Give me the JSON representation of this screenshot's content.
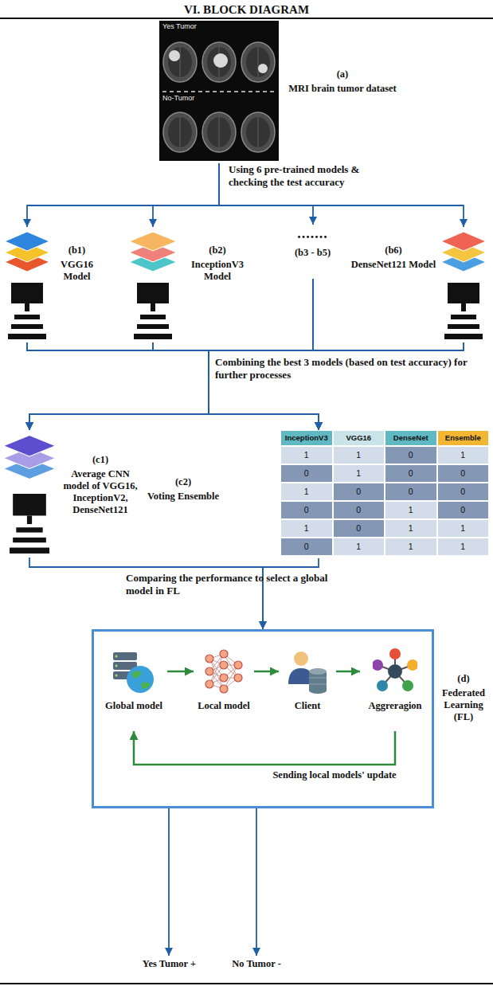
{
  "diagram": {
    "title": "VI. BLOCK DIAGRAM",
    "nodes": [
      {
        "text": [
          "(a)",
          "MRI brain tumor dataset"
        ]
      },
      {
        "text": [
          "(b1)",
          "VGG16 Model"
        ]
      },
      {
        "text": [
          "(b2)",
          "InceptionV3 Model"
        ]
      },
      {
        "text": [
          ".......",
          "(b3 - b5)"
        ]
      },
      {
        "text": [
          "(b6)",
          "DenseNet121 Model"
        ]
      },
      {
        "text": [
          "(c1)",
          "Average CNN model of VGG16, InceptionV2, DenseNet121"
        ]
      },
      {
        "text": [
          "(c2)",
          "Voting Ensemble"
        ]
      },
      {
        "text": [
          "(d)",
          "Federated Learning (FL)"
        ]
      },
      {
        "text": [
          "Global model"
        ],
        "in": 7
      },
      {
        "text": [
          "Local model"
        ],
        "in": 7
      },
      {
        "text": [
          "Client"
        ],
        "in": 7
      },
      {
        "text": [
          "Aggreragion"
        ],
        "in": 7
      },
      {
        "text": [
          "Yes Tumor +"
        ]
      },
      {
        "text": [
          "No Tumor -"
        ]
      }
    ],
    "edges": [
      {
        "from": 0,
        "to": 1,
        "arrow": "to"
      },
      {
        "from": 0,
        "to": 2,
        "arrow": "to"
      },
      {
        "from": 0,
        "to": 3,
        "arrow": "to"
      },
      {
        "from": 0,
        "to": 4,
        "arrow": "to"
      },
      {
        "from": 1,
        "to": 5,
        "arrow": "to"
      },
      {
        "from": 1,
        "to": 6,
        "arrow": "to"
      },
      {
        "from": 2,
        "to": 5,
        "arrow": "to"
      },
      {
        "from": 2,
        "to": 6,
        "arrow": "to"
      },
      {
        "from": 3,
        "to": 5,
        "arrow": "to"
      },
      {
        "from": 3,
        "to": 6,
        "arrow": "to"
      },
      {
        "from": 4,
        "to": 5,
        "arrow": "to"
      },
      {
        "from": 4,
        "to": 6,
        "arrow": "to"
      },
      {
        "from": 5,
        "to": 7,
        "arrow": "to"
      },
      {
        "from": 6,
        "to": 7,
        "arrow": "to"
      },
      {
        "from": 8,
        "to": 9,
        "arrow": "to"
      },
      {
        "from": 9,
        "to": 10,
        "arrow": "to"
      },
      {
        "from": 10,
        "to": 11,
        "arrow": "to"
      },
      {
        "from": 11,
        "to": 8,
        "label": "Sending local models' update",
        "arrow": "to"
      },
      {
        "from": 7,
        "to": 12,
        "arrow": "to"
      },
      {
        "from": 7,
        "to": 13,
        "arrow": "to"
      }
    ],
    "labels": [
      "Yes Tumor",
      "No-Tumor",
      "Using 6 pre-trained models & checking the test accuracy",
      "Combining the best 3 models (based on test accuracy) for further processes",
      "InceptionV3",
      "VGG16",
      "DenseNet",
      "Ensemble",
      "1",
      "1",
      "0",
      "1",
      "0",
      "1",
      "0",
      "0",
      "1",
      "0",
      "0",
      "0",
      "0",
      "0",
      "1",
      "0",
      "1",
      "0",
      "1",
      "1",
      "0",
      "1",
      "1",
      "1",
      "Comparing the performance to select a global model in FL"
    ]
  }
}
